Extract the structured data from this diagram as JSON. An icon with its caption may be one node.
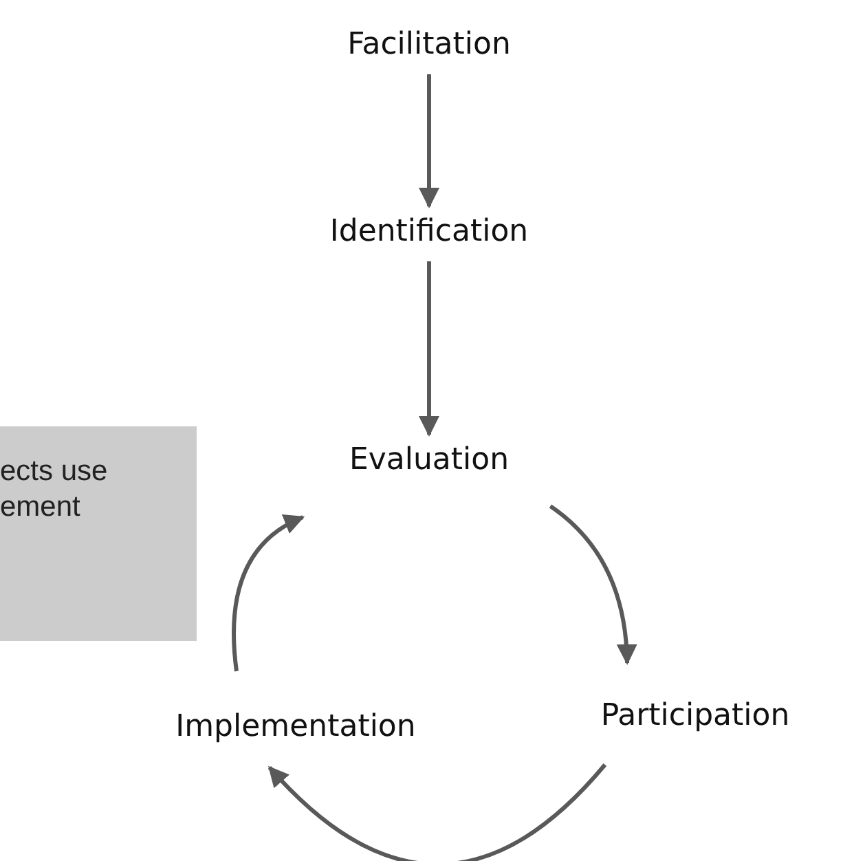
{
  "diagram": {
    "nodes": [
      {
        "text": [
          "Facilitation"
        ]
      },
      {
        "text": [
          "Identification"
        ]
      },
      {
        "text": [
          "Evaluation"
        ]
      },
      {
        "text": [
          "Participation"
        ]
      },
      {
        "text": [
          "Implementation"
        ]
      },
      {
        "text": [
          "ects use ement"
        ]
      }
    ],
    "edges": [
      {
        "from": 0,
        "to": 1,
        "arrow": "to"
      },
      {
        "from": 1,
        "to": 2,
        "arrow": "to"
      },
      {
        "from": 2,
        "to": 3,
        "arrow": "to"
      },
      {
        "from": 3,
        "to": 4,
        "arrow": "to"
      },
      {
        "from": 4,
        "to": 2,
        "arrow": "to"
      }
    ]
  }
}
